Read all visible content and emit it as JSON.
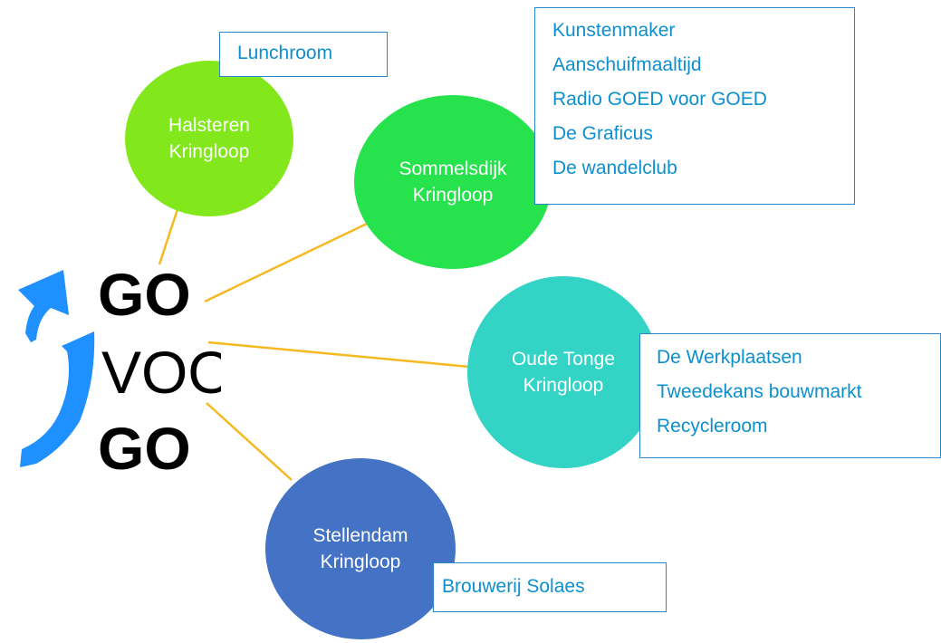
{
  "logo": {
    "line1": "GO",
    "line2": "VOO",
    "line3": "GO"
  },
  "line_color": "#f5b921",
  "nodes": [
    {
      "key": "halsteren",
      "name_line1": "Halsteren",
      "name_line2": "Kringloop",
      "color": "#82e81b",
      "activities": [
        "Lunchroom"
      ]
    },
    {
      "key": "sommelsdijk",
      "name_line1": "Sommelsdijk",
      "name_line2": "Kringloop",
      "color": "#26e24d",
      "activities": [
        "Kunstenmaker",
        "Aanschuifmaaltijd",
        "Radio GOED voor  GOED",
        "De Graficus",
        "De wandelclub"
      ]
    },
    {
      "key": "oude_tonge",
      "name_line1": "Oude Tonge",
      "name_line2": "Kringloop",
      "color": "#33d4c6",
      "activities": [
        "De Werkplaatsen",
        "Tweedekans bouwmarkt",
        "Recycleroom"
      ]
    },
    {
      "key": "stellendam",
      "name_line1": "Stellendam",
      "name_line2": "Kringloop",
      "color": "#4472c4",
      "activities": [
        "Brouwerij Solaes"
      ]
    }
  ]
}
